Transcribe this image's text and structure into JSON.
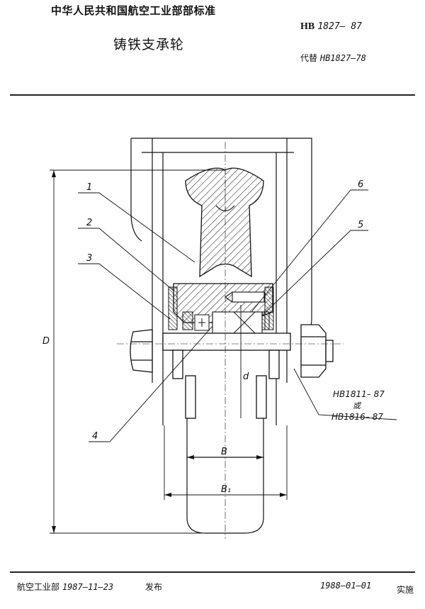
{
  "header": {
    "org": "中华人民共和国航空工业部部标准",
    "std_prefix": "HB",
    "std_number": "1827– 87",
    "title": "铸铁支承轮",
    "replaces_label": "代替",
    "replaces_number": "HB1827–78"
  },
  "drawing": {
    "part_labels": [
      "1",
      "2",
      "3",
      "4",
      "5",
      "6"
    ],
    "dim_labels": {
      "height": "D",
      "bore": "d",
      "width": "B",
      "width_outer": "B₁"
    },
    "ref_standards": {
      "first": "HB1811– 87",
      "or": "或",
      "second": "HB1816– 87"
    }
  },
  "footer": {
    "issuer_label": "航空工业部",
    "issue_date": "1987–11–23",
    "issued": "发布",
    "effective_date": "1988–01–01",
    "effective": "实施"
  },
  "colors": {
    "ink": "#111111",
    "paper": "#ffffff"
  }
}
